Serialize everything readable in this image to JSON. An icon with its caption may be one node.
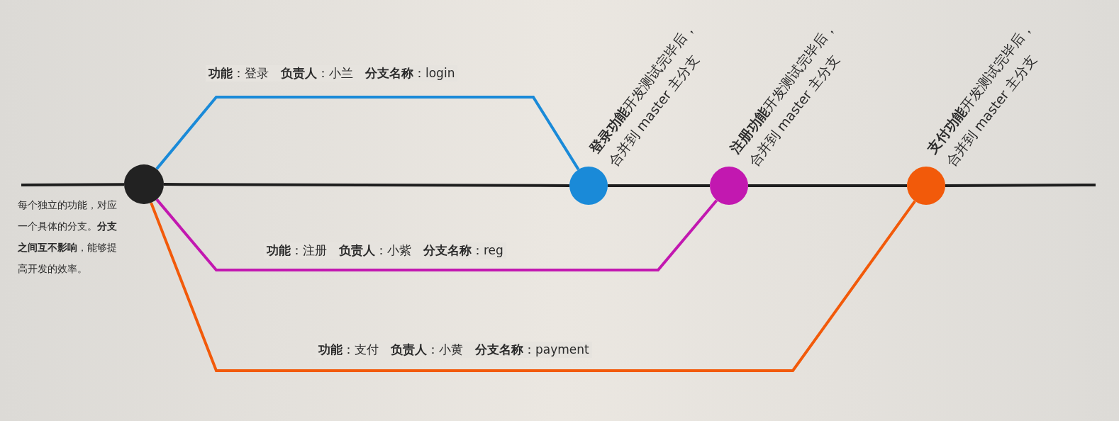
{
  "diagram": {
    "nodes": [
      {
        "text": [],
        "shape": "circle",
        "beside": [
          "每个独立的功能，对应一个具体的分支。**分支之间互不影响**，能够提高开发的效率。"
        ]
      },
      {
        "text": [],
        "shape": "circle",
        "beside": [
          "**登录功能**开发测试完毕后，",
          "合并到 master 主分支"
        ]
      },
      {
        "text": [],
        "shape": "circle",
        "beside": [
          "**注册功能**开发测试完毕后，",
          "合并到 master 主分支"
        ]
      },
      {
        "text": [],
        "shape": "circle",
        "beside": [
          "**支付功能**开发测试完毕后，",
          "合并到 master 主分支"
        ]
      }
    ],
    "edges": [
      {
        "from": null,
        "to": 0,
        "arrow": "none"
      },
      {
        "from": 0,
        "to": 1,
        "arrow": "none"
      },
      {
        "from": 1,
        "to": 2,
        "arrow": "none"
      },
      {
        "from": 2,
        "to": 3,
        "arrow": "none"
      },
      {
        "from": 3,
        "to": null,
        "arrow": "none"
      },
      {
        "from": 0,
        "to": 1,
        "arrow": "none",
        "color": "#1a8ad8",
        "label": "**功能**：登录　**负责人**：小兰　**分支名称**：login"
      },
      {
        "from": 0,
        "to": 2,
        "arrow": "none",
        "color": "#c218b0",
        "label": "**功能**：注册　**负责人**：小紫　**分支名称**：reg"
      },
      {
        "from": 0,
        "to": 3,
        "arrow": "none",
        "color": "#f25a0a",
        "label": "**功能**：支付　**负责人**：小黄　**分支名称**：payment"
      }
    ]
  }
}
